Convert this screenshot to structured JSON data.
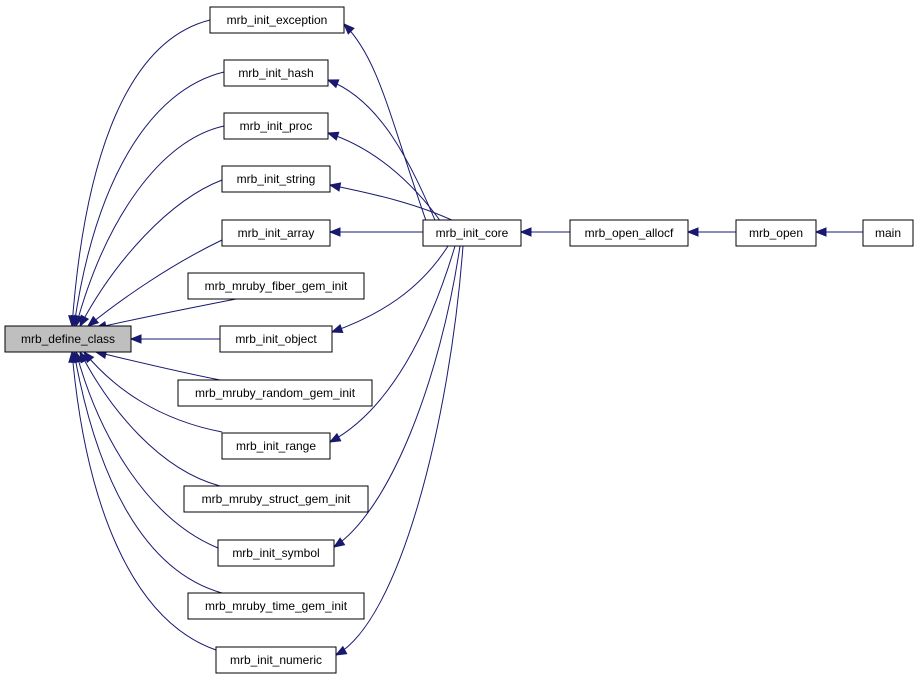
{
  "graph": {
    "colors": {
      "edge": "#191970",
      "root_fill": "#bfbfbf",
      "node_fill": "#ffffff",
      "node_stroke": "#000000"
    },
    "nodes": {
      "define_class": "mrb_define_class",
      "exception": "mrb_init_exception",
      "hash": "mrb_init_hash",
      "proc": "mrb_init_proc",
      "string": "mrb_init_string",
      "array": "mrb_init_array",
      "fiber": "mrb_mruby_fiber_gem_init",
      "object": "mrb_init_object",
      "random": "mrb_mruby_random_gem_init",
      "range": "mrb_init_range",
      "struct": "mrb_mruby_struct_gem_init",
      "symbol": "mrb_init_symbol",
      "time": "mrb_mruby_time_gem_init",
      "numeric": "mrb_init_numeric",
      "core": "mrb_init_core",
      "allocf": "mrb_open_allocf",
      "open": "mrb_open",
      "main": "main"
    },
    "edges": [
      [
        "exception",
        "define_class"
      ],
      [
        "hash",
        "define_class"
      ],
      [
        "proc",
        "define_class"
      ],
      [
        "string",
        "define_class"
      ],
      [
        "array",
        "define_class"
      ],
      [
        "fiber",
        "define_class"
      ],
      [
        "object",
        "define_class"
      ],
      [
        "random",
        "define_class"
      ],
      [
        "range",
        "define_class"
      ],
      [
        "struct",
        "define_class"
      ],
      [
        "symbol",
        "define_class"
      ],
      [
        "time",
        "define_class"
      ],
      [
        "numeric",
        "define_class"
      ],
      [
        "core",
        "exception"
      ],
      [
        "core",
        "hash"
      ],
      [
        "core",
        "proc"
      ],
      [
        "core",
        "string"
      ],
      [
        "core",
        "array"
      ],
      [
        "core",
        "object"
      ],
      [
        "core",
        "range"
      ],
      [
        "core",
        "symbol"
      ],
      [
        "core",
        "numeric"
      ],
      [
        "allocf",
        "core"
      ],
      [
        "open",
        "allocf"
      ],
      [
        "main",
        "open"
      ]
    ]
  }
}
